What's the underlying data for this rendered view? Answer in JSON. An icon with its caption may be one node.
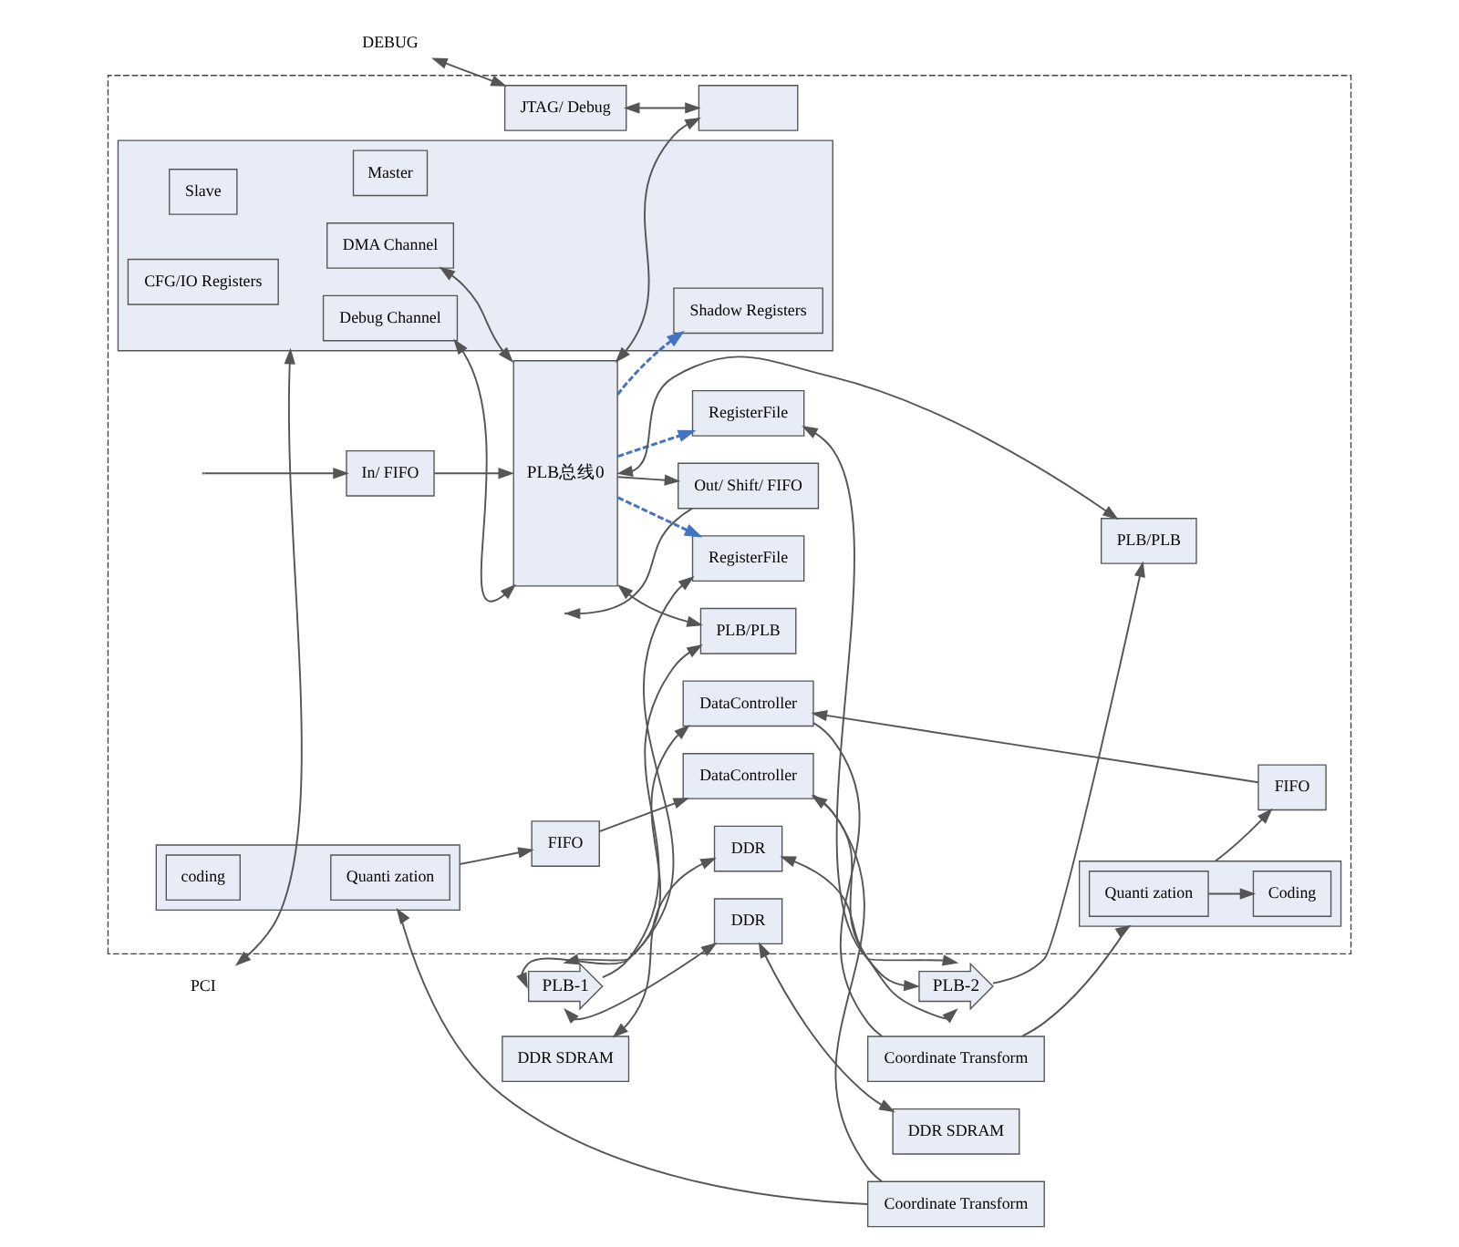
{
  "diagram": {
    "nodes": [
      {
        "text": [],
        "shape": "box"
      },
      {
        "text": [
          "Coordinate Transform"
        ]
      },
      {
        "text": [
          "DDR SDRAM"
        ]
      },
      {
        "text": [
          "DEBUG"
        ]
      },
      {
        "text": [
          "JTAG/ Debug"
        ],
        "in": 0
      },
      {
        "text": [],
        "shape": "box",
        "in": 0
      },
      {
        "text": [
          "PLB总线0"
        ],
        "in": 0
      },
      {
        "text": [
          "In/ FIFO"
        ],
        "in": 0
      },
      {
        "text": [
          "Out/ Shift/ FIFO"
        ],
        "in": 0
      },
      {
        "text": [
          "PCI"
        ]
      },
      {
        "text": [],
        "shape": "box",
        "in": 0
      },
      {
        "text": [
          "Master"
        ],
        "in": 10
      },
      {
        "text": [
          "Slave"
        ],
        "in": 10
      },
      {
        "text": [
          "CFG/IO Registers"
        ],
        "in": 10
      },
      {
        "text": [
          "DMA Channel"
        ],
        "in": 10
      },
      {
        "text": [
          "Debug Channel"
        ],
        "in": 10
      },
      {
        "text": [
          "Shadow Registers"
        ],
        "in": 10
      },
      {
        "text": [
          "RegisterFile"
        ],
        "in": 0
      },
      {
        "text": [
          "PLB/PLB"
        ],
        "in": 0
      },
      {
        "text": [
          "PLB-2"
        ]
      },
      {
        "text": [],
        "shape": "box",
        "in": 0
      },
      {
        "text": [
          "Quanti zation"
        ],
        "in": 20
      },
      {
        "text": [
          "coding"
        ],
        "in": 20
      },
      {
        "text": [
          "FIFO"
        ],
        "in": 0
      },
      {
        "text": [
          "DataController"
        ],
        "in": 0
      },
      {
        "text": [
          "DDR"
        ],
        "in": 0
      },
      {
        "text": [
          "PLB/PLB"
        ],
        "in": 0
      },
      {
        "text": [
          "PLB-1"
        ]
      },
      {
        "text": [
          "DataController"
        ],
        "in": 0
      },
      {
        "text": [
          "FIFO"
        ],
        "in": 0
      },
      {
        "text": [],
        "shape": "box",
        "in": 0
      },
      {
        "text": [
          "Quanti zation"
        ],
        "in": 30
      },
      {
        "text": [
          "Coding"
        ],
        "in": 30
      },
      {
        "text": [
          "RegisterFile"
        ],
        "in": 0
      },
      {
        "text": [
          "DDR"
        ],
        "in": 0
      },
      {
        "text": [
          "Coordinate Transform"
        ]
      },
      {
        "text": [
          "DDR SDRAM"
        ]
      }
    ],
    "edges": [
      {
        "from": 3,
        "to": 4,
        "arrow": "both"
      },
      {
        "from": 4,
        "to": 5,
        "arrow": "both"
      },
      {
        "from": null,
        "to": 7,
        "arrow": "to"
      },
      {
        "from": 7,
        "to": 6,
        "arrow": "to"
      },
      {
        "from": 6,
        "to": 5,
        "arrow": "both"
      },
      {
        "from": 6,
        "to": 8,
        "arrow": "to"
      },
      {
        "from": 8,
        "to": null,
        "arrow": "to"
      },
      {
        "from": 6,
        "to": 18,
        "arrow": "both"
      },
      {
        "from": 6,
        "to": 26,
        "arrow": "both"
      },
      {
        "from": 9,
        "to": 10,
        "arrow": "both"
      },
      {
        "from": 14,
        "to": 6,
        "arrow": "both"
      },
      {
        "from": 15,
        "to": 6,
        "arrow": "both"
      },
      {
        "from": 19,
        "to": 18,
        "arrow": "to"
      },
      {
        "from": 17,
        "to": 19,
        "arrow": "both"
      },
      {
        "from": 24,
        "to": 19,
        "arrow": "both"
      },
      {
        "from": 25,
        "to": 19,
        "arrow": "both"
      },
      {
        "from": 1,
        "to": 20,
        "arrow": "to"
      },
      {
        "from": 24,
        "to": 1,
        "arrow": "none"
      },
      {
        "from": 20,
        "to": 23,
        "arrow": "to"
      },
      {
        "from": 23,
        "to": 24,
        "arrow": "to"
      },
      {
        "from": 2,
        "to": 25,
        "arrow": "both"
      },
      {
        "from": 27,
        "to": 26,
        "arrow": "to"
      },
      {
        "from": 27,
        "to": 28,
        "arrow": "both"
      },
      {
        "from": 27,
        "to": 33,
        "arrow": "both"
      },
      {
        "from": 27,
        "to": 34,
        "arrow": "both"
      },
      {
        "from": 35,
        "to": 30,
        "arrow": "to"
      },
      {
        "from": 31,
        "to": 32,
        "arrow": "to"
      },
      {
        "from": 30,
        "to": 29,
        "arrow": "to"
      },
      {
        "from": 29,
        "to": 28,
        "arrow": "to"
      },
      {
        "from": 28,
        "to": 35,
        "arrow": "none"
      },
      {
        "from": 34,
        "to": 36,
        "arrow": "both"
      },
      {
        "from": 6,
        "to": 16,
        "arrow": "to",
        "style": "dashed",
        "color": "#4472c4"
      },
      {
        "from": 6,
        "to": 17,
        "arrow": "to",
        "style": "dashed",
        "color": "#4472c4"
      },
      {
        "from": 6,
        "to": 33,
        "arrow": "to",
        "style": "dashed",
        "color": "#4472c4"
      }
    ]
  }
}
